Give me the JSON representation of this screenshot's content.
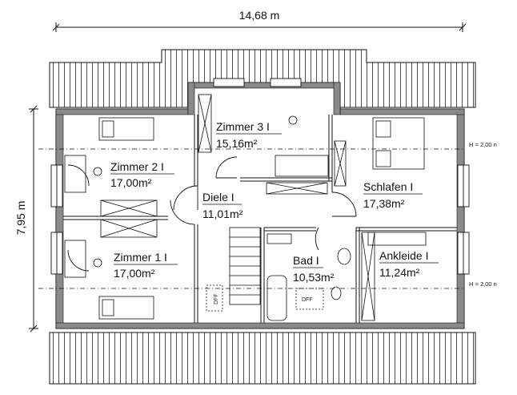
{
  "dimensions": {
    "width_label": "14,68 m",
    "height_label": "7,95 m"
  },
  "height_markers": [
    "H = 2,00 n",
    "H = 2,00 n"
  ],
  "rooms": [
    {
      "name": "Zimmer 3 I",
      "area": "15,16m²"
    },
    {
      "name": "Zimmer 2 I",
      "area": "17,00m²"
    },
    {
      "name": "Diele I",
      "area": "11,01m²"
    },
    {
      "name": "Schlafen I",
      "area": "17,38m²"
    },
    {
      "name": "Zimmer 1 I",
      "area": "17,00m²"
    },
    {
      "name": "Bad I",
      "area": "10,53m²"
    },
    {
      "name": "Ankleide I",
      "area": "11,24m²"
    }
  ],
  "fixture_labels": {
    "dff_left": "DFF",
    "dff_bath": "DFF"
  },
  "colors": {
    "wall": "#8a8a8a",
    "line": "#1a1a1a",
    "background": "#ffffff"
  }
}
